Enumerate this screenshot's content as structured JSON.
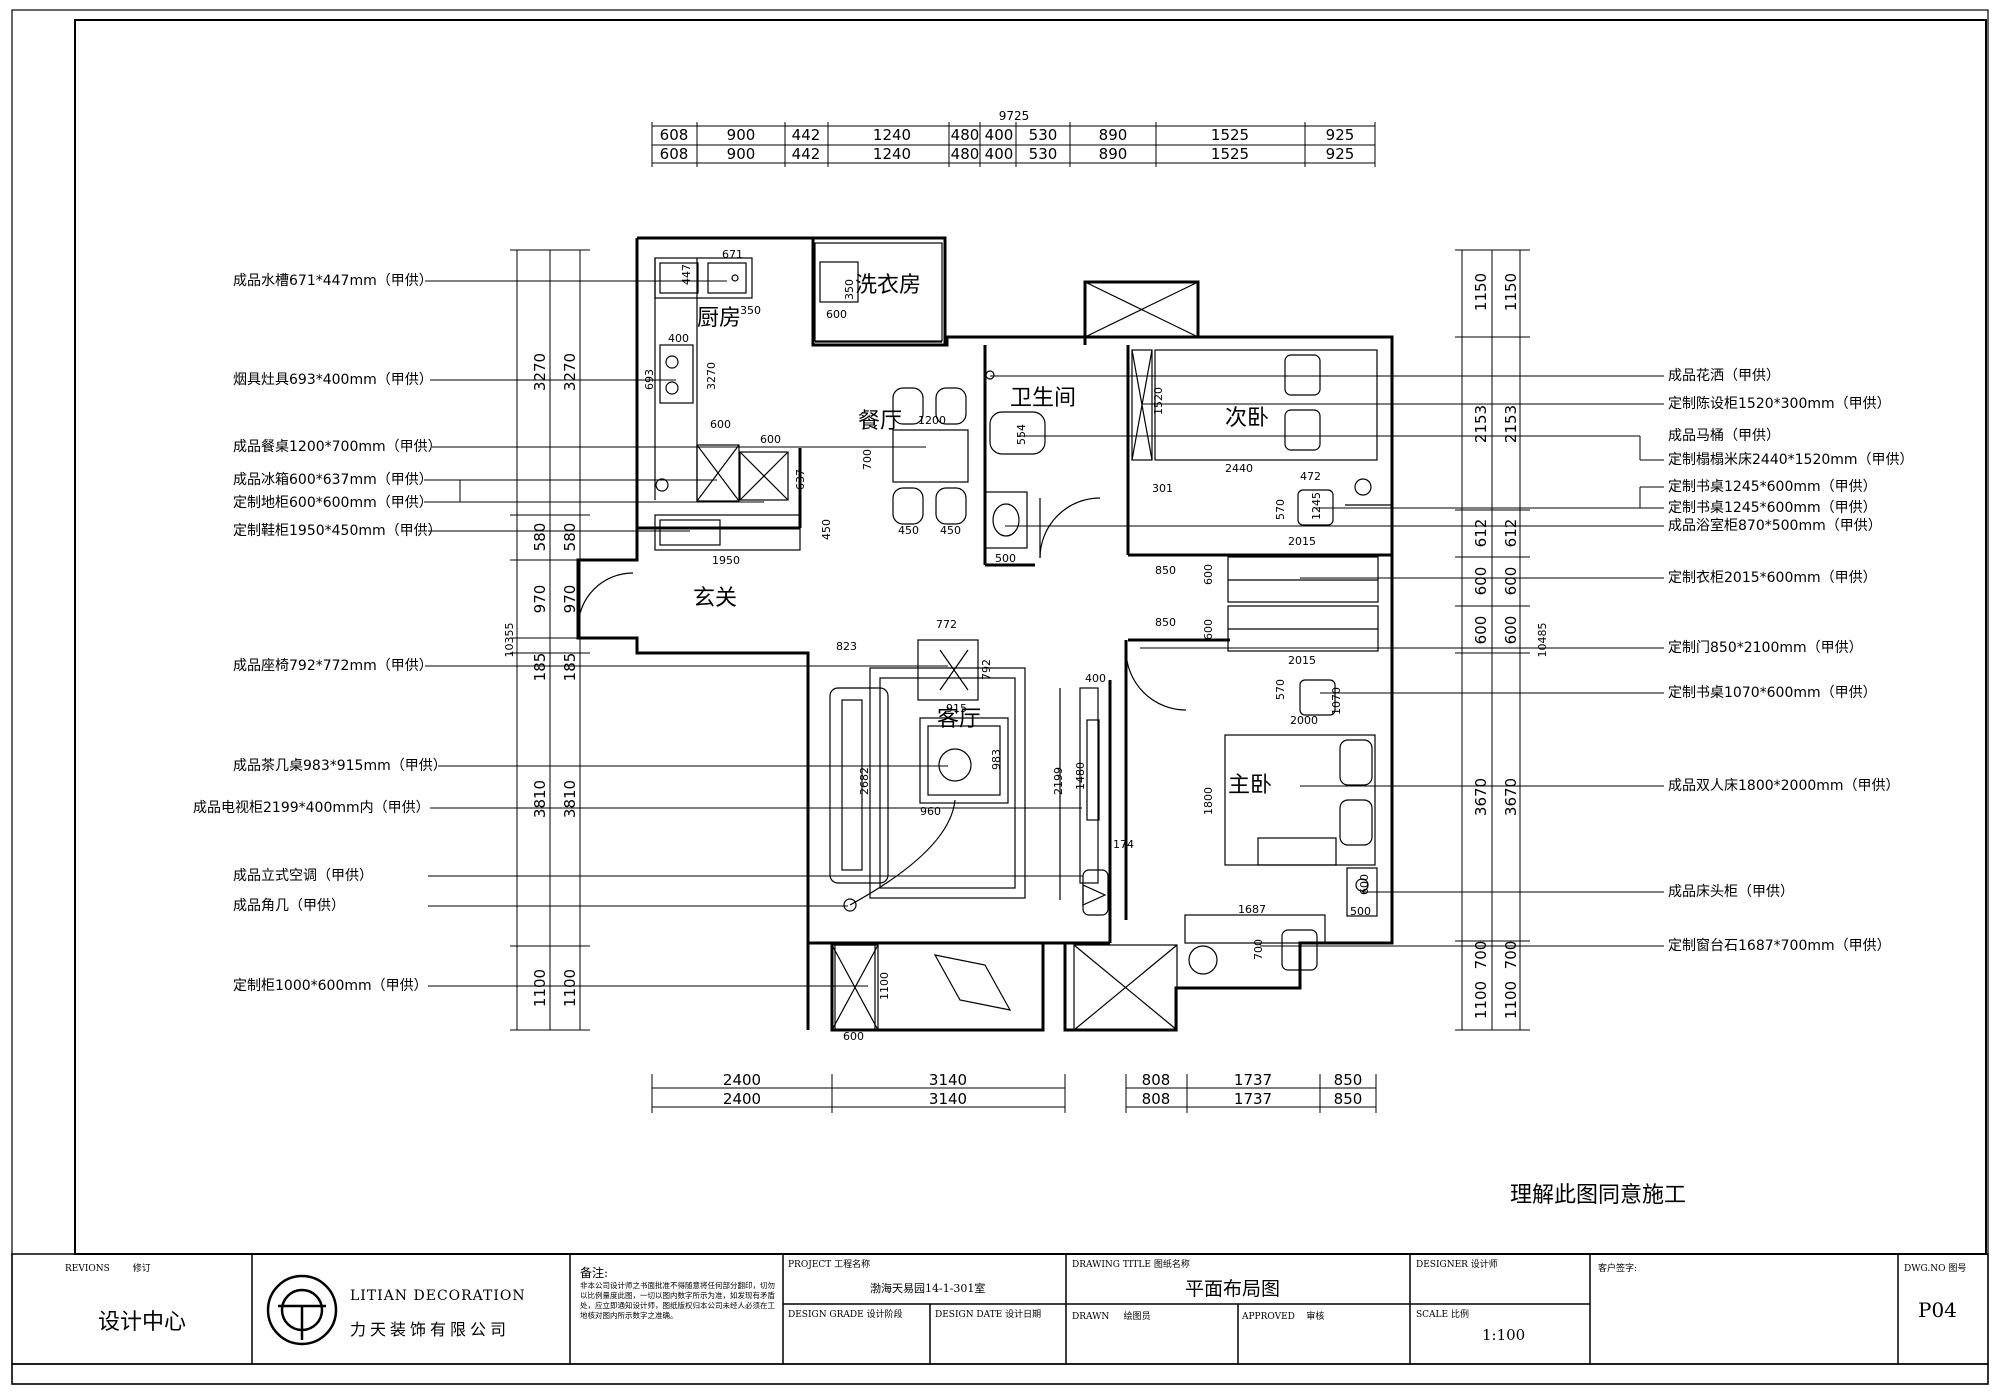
{
  "dims": {
    "total_top": "9725",
    "top_row": [
      "608",
      "900",
      "442",
      "1240",
      "480",
      "400",
      "530",
      "890",
      "1525",
      "925"
    ],
    "bottom": {
      "left_group": [
        "2400",
        "3140"
      ],
      "right_group": [
        "808",
        "1737",
        "850"
      ]
    },
    "left_outer": [
      "3270",
      "580",
      "970",
      "185",
      "3810",
      "1100"
    ],
    "left_total": "10355",
    "right_outer": [
      "1150",
      "2153",
      "612",
      "600",
      "600",
      "3670",
      "1100",
      "700"
    ],
    "right_total": "10485"
  },
  "rooms": {
    "kitchen": "厨房",
    "laundry": "洗衣房",
    "bathroom": "卫生间",
    "second_bedroom": "次卧",
    "dining": "餐厅",
    "entrance": "玄关",
    "living": "客厅",
    "master_bedroom": "主卧"
  },
  "interior_dims": {
    "sink_w": "671",
    "sink_h": "447",
    "kitchen_350": "350",
    "laundry_600": "600",
    "laundry_350": "350",
    "stove_400": "400",
    "stove_693": "693",
    "kitchen_3270": "3270",
    "kitchen_600": "600",
    "fridge_600": "600",
    "fridge_637": "637",
    "dining_1200": "1200",
    "dining_700": "700",
    "chair_450a": "450",
    "chair_450b": "450",
    "shoe_450": "450",
    "shoe_1950": "1950",
    "bath_554": "554",
    "bath_500": "500",
    "second_1520": "1520",
    "second_2440": "2440",
    "second_301": "301",
    "desk_472": "472",
    "desk_1245": "1245",
    "desk_570": "570",
    "wardrobe_2015a": "2015",
    "wardrobe_2015b": "2015",
    "wd_600a": "600",
    "wd_600b": "600",
    "door_850a": "850",
    "door_850b": "850",
    "chair_772a": "772",
    "chair_792": "792",
    "chair_823": "823",
    "tea_915": "915",
    "tea_983": "983",
    "sofa_2682": "2682",
    "tv_960": "960",
    "tv_400": "400",
    "tv_2199": "2199",
    "tv_1480": "1480",
    "tv_174": "174",
    "m_desk_570": "570",
    "m_desk_1070": "1070",
    "m_2000": "2000",
    "bed_1800": "1800",
    "night_500": "500",
    "night_600": "600",
    "win_1687": "1687",
    "win_700": "700",
    "bal_1100": "1100",
    "bal_600": "600"
  },
  "left_labels": [
    "成品水槽671*447mm（甲供）",
    "烟具灶具693*400mm（甲供）",
    "成品餐桌1200*700mm（甲供）",
    "成品冰箱600*637mm（甲供）",
    "定制地柜600*600mm（甲供）",
    "定制鞋柜1950*450mm（甲供）",
    "成品座椅792*772mm（甲供）",
    "成品茶几桌983*915mm（甲供）",
    "成品电视柜2199*400mm内（甲供）",
    "成品立式空调（甲供）",
    "成品角几（甲供）",
    "定制柜1000*600mm（甲供）"
  ],
  "right_labels": [
    "成品花洒（甲供）",
    "定制陈设柜1520*300mm（甲供）",
    "成品马桶（甲供）",
    "定制榻榻米床2440*1520mm（甲供）",
    "定制书桌1245*600mm（甲供）",
    "定制书桌1245*600mm（甲供）",
    "成品浴室柜870*500mm（甲供）",
    "定制衣柜2015*600mm（甲供）",
    "定制门850*2100mm（甲供）",
    "定制书桌1070*600mm（甲供）",
    "成品双人床1800*2000mm（甲供）",
    "成品床头柜（甲供）",
    "定制窗台石1687*700mm（甲供）"
  ],
  "note_bottom_right": "理解此图同意施工",
  "title_block": {
    "revisions_en": "REVIONS",
    "revisions_cn": "修订",
    "design_center": "设计中心",
    "company_en": "LITIAN  DECORATION",
    "company_cn": "力天装饰有限公司",
    "note_title": "备注:",
    "note_body": "非本公司设计师之书面批准不得随意将任何部分翻印，切勿以比例量度此图，一切以图内数字所示为准，如发现有矛盾处，应立即通知设计师，图纸版权归本公司未经人必须在工地核对图内所示数字之准确。",
    "project_en": "PROJECT",
    "project_cn": "工程名称",
    "project_value": "渤海天易园14-1-301室",
    "design_grade_en": "DESIGN GRADE",
    "design_grade_cn": "设计阶段",
    "design_date_en": "DESIGN DATE",
    "design_date_cn": "设计日期",
    "drawing_title_en": "DRAWING TITLE",
    "drawing_title_cn": "图纸名称",
    "drawing_title_value": "平面布局图",
    "drawn_en": "DRAWN",
    "drawn_cn": "绘图员",
    "approved_en": "APPROVED",
    "approved_cn": "审核",
    "designer_en": "DESIGNER",
    "designer_cn": "设计师",
    "scale_en": "SCALE",
    "scale_cn": "比例",
    "scale_value": "1:100",
    "client_sign": "客户签字:",
    "dwg_no_en": "DWG.NO",
    "dwg_no_cn": "图号",
    "dwg_no_value": "P04"
  }
}
